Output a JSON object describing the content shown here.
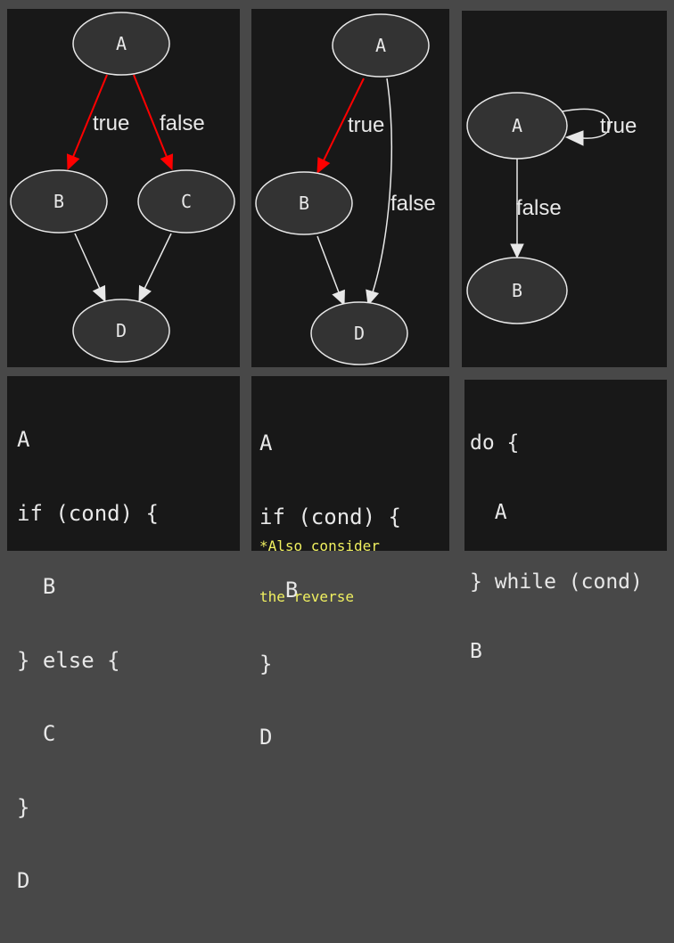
{
  "colors": {
    "background": "#484848",
    "panel": "#181818",
    "node_fill": "#333333",
    "stroke": "#e8e8e8",
    "true_branch": "#ff0000",
    "note": "#f0f060"
  },
  "diagrams": {
    "if_else": {
      "nodes": [
        "A",
        "B",
        "C",
        "D"
      ],
      "edges": [
        {
          "from": "A",
          "to": "B",
          "label": "true"
        },
        {
          "from": "A",
          "to": "C",
          "label": "false"
        },
        {
          "from": "B",
          "to": "D",
          "label": ""
        },
        {
          "from": "C",
          "to": "D",
          "label": ""
        }
      ]
    },
    "if_then": {
      "nodes": [
        "A",
        "B",
        "D"
      ],
      "edges": [
        {
          "from": "A",
          "to": "B",
          "label": "true"
        },
        {
          "from": "A",
          "to": "D",
          "label": "false"
        },
        {
          "from": "B",
          "to": "D",
          "label": ""
        }
      ]
    },
    "do_while": {
      "nodes": [
        "A",
        "B"
      ],
      "edges": [
        {
          "from": "A",
          "to": "A",
          "label": "true"
        },
        {
          "from": "A",
          "to": "B",
          "label": "false"
        }
      ]
    }
  },
  "code": {
    "if_else": [
      "A",
      "if (cond) {",
      "  B",
      "} else {",
      "  C",
      "}",
      "D"
    ],
    "if_then": [
      "A",
      "if (cond) {",
      "  B",
      "}",
      "D"
    ],
    "if_then_note": [
      "*Also consider",
      "the reverse"
    ],
    "do_while": [
      "do {",
      "  A",
      "} while (cond)",
      "B"
    ]
  }
}
